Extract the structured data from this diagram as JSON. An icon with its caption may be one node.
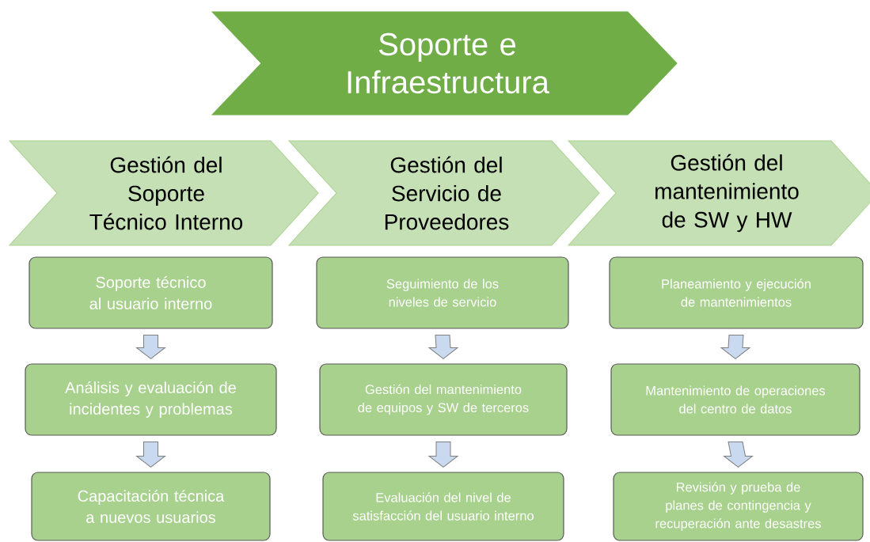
{
  "diagram": {
    "nodes": [
      {
        "text": [
          "Soporte e Infraestructura"
        ]
      },
      {
        "text": [
          "Gestión del Soporte Técnico Interno"
        ]
      },
      {
        "text": [
          "Gestión del Servicio de Proveedores"
        ]
      },
      {
        "text": [
          "Gestión del mantenimiento de SW y HW"
        ]
      },
      {
        "text": [
          "Soporte técnico al usuario interno"
        ]
      },
      {
        "text": [
          "Análisis y evaluación de incidentes y problemas"
        ]
      },
      {
        "text": [
          "Capacitación técnica a nuevos usuarios"
        ]
      },
      {
        "text": [
          "Seguimiento de los niveles de servicio"
        ]
      },
      {
        "text": [
          "Gestión del mantenimiento de equipos y SW de terceros"
        ]
      },
      {
        "text": [
          "Evaluación del nivel de satisfacción del usuario interno"
        ]
      },
      {
        "text": [
          "Planeamiento y ejecución de mantenimientos"
        ]
      },
      {
        "text": [
          "Mantenimiento de operaciones del centro de datos"
        ]
      },
      {
        "text": [
          "Revisión y prueba de planes de contingencia y recuperación ante desastres"
        ]
      }
    ],
    "edges": [
      {
        "from": 4,
        "to": 5,
        "arrow": "to"
      },
      {
        "from": 5,
        "to": 6,
        "arrow": "to"
      },
      {
        "from": 7,
        "to": 8,
        "arrow": "to"
      },
      {
        "from": 8,
        "to": 9,
        "arrow": "to"
      },
      {
        "from": 10,
        "to": 11,
        "arrow": "to"
      },
      {
        "from": 11,
        "to": 12,
        "arrow": "to"
      }
    ]
  }
}
